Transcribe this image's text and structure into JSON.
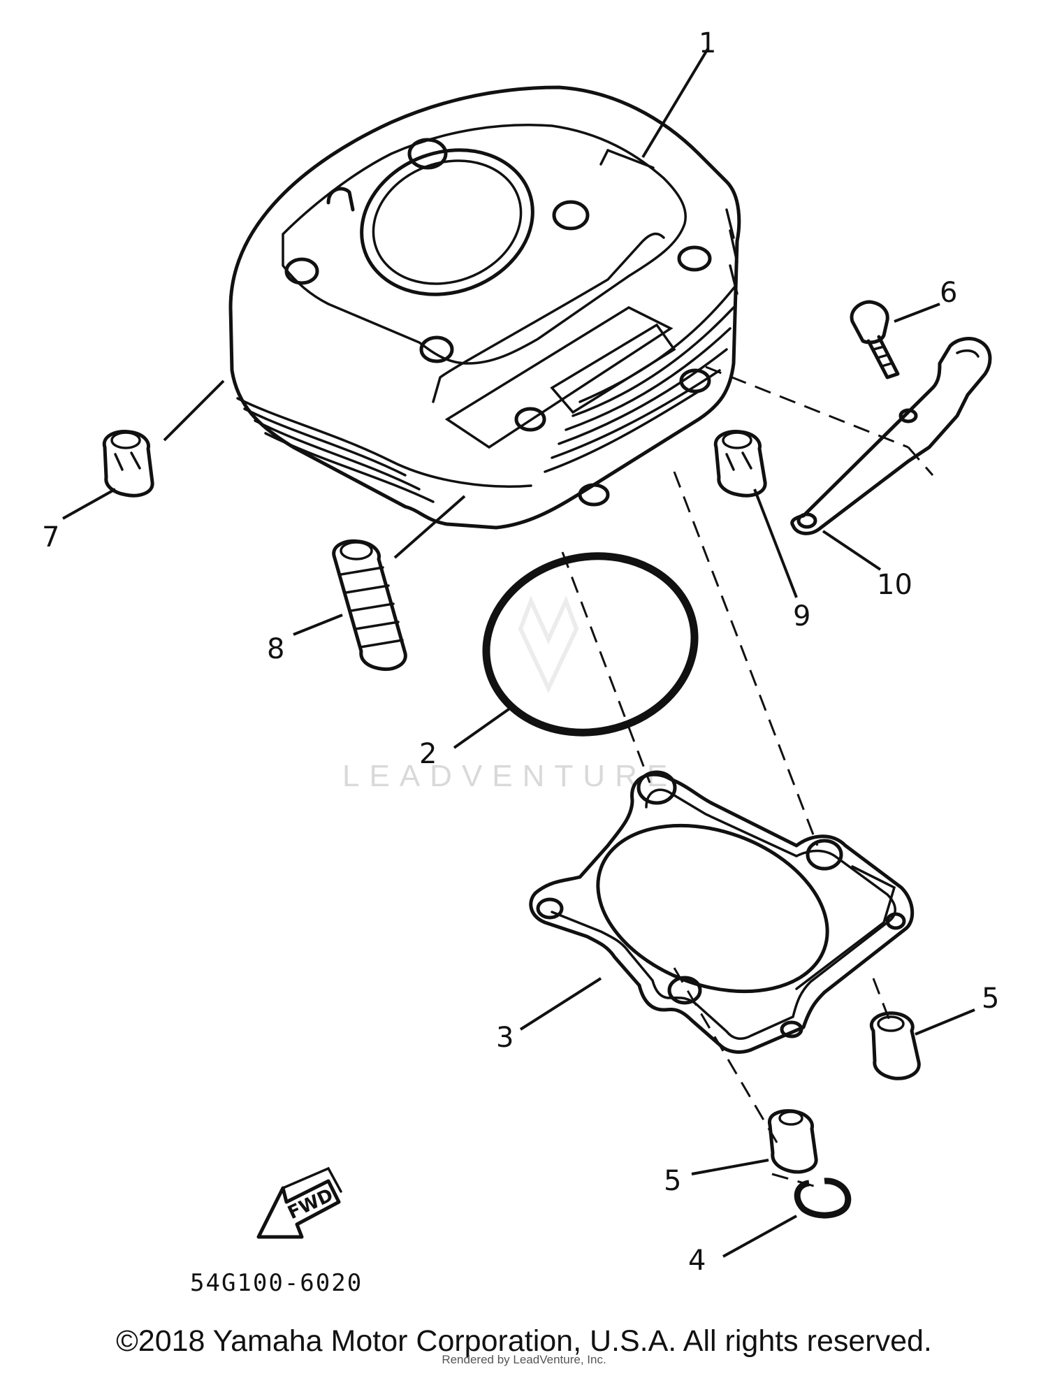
{
  "callouts": {
    "c1": "1",
    "c2": "2",
    "c3": "3",
    "c4": "4",
    "c5a": "5",
    "c5b": "5",
    "c6": "6",
    "c7": "7",
    "c8": "8",
    "c9": "9",
    "c10": "10"
  },
  "fwd_label": "FWD",
  "diagram_code": "54G100-6020",
  "watermark": "LEADVENTURE",
  "copyright": "©2018 Yamaha Motor Corporation, U.S.A. All rights reserved.",
  "rendered_by": "Rendered by LeadVenture, Inc.",
  "colors": {
    "ink": "#111111",
    "watermark": "#d9d9d9",
    "background": "#ffffff"
  }
}
